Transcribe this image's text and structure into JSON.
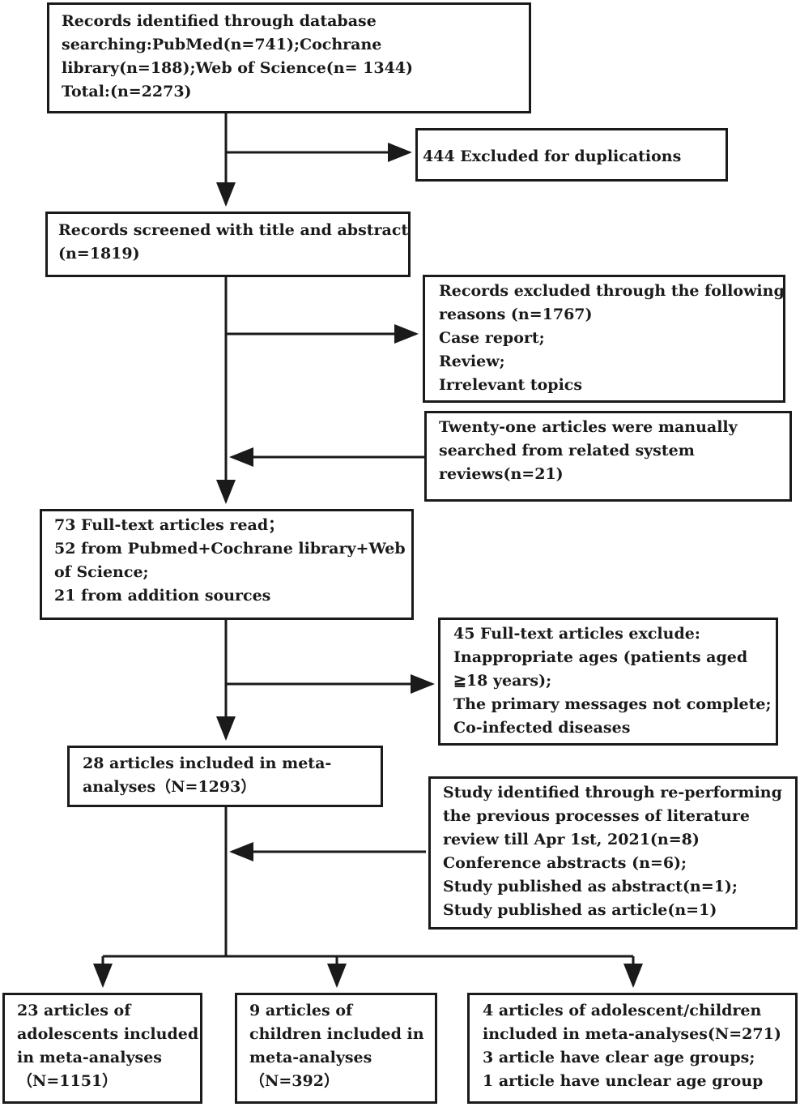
{
  "boxes": {
    "records_identified": {
      "lines": [
        "Records identified through database",
        "searching:PubMed(n=741);Cochrane",
        "library(n=188);Web of Science(n= 1344)",
        "Total:(n=2273)"
      ]
    },
    "excluded_duplications": {
      "lines": [
        "444 Excluded for duplications"
      ]
    },
    "records_screened": {
      "lines": [
        "Records screened with title and abstract",
        "(n=1819)"
      ]
    },
    "records_excluded": {
      "lines": [
        "Records excluded through the following",
        "reasons (n=1767)",
        "Case report;",
        "Review;",
        "Irrelevant topics"
      ]
    },
    "manual_search": {
      "lines": [
        "Twenty-one articles were manually",
        "searched from related system",
        "reviews(n=21)"
      ]
    },
    "full_text_read": {
      "lines": [
        "73 Full-text articles read；",
        "52 from Pubmed+Cochrane library+Web",
        "of Science;",
        "21 from addition sources"
      ]
    },
    "full_text_excluded": {
      "lines": [
        "45 Full-text articles exclude:",
        "Inappropriate ages (patients aged",
        "≧18 years);",
        "The primary messages not complete;",
        "Co-infected diseases"
      ]
    },
    "included_meta": {
      "lines": [
        "28 articles included in meta-",
        "analyses（N=1293）"
      ]
    },
    "reperforming": {
      "lines": [
        "Study identified through re-performing",
        "the previous processes of literature",
        "review till Apr 1st, 2021(n=8)",
        "Conference abstracts (n=6);",
        "Study published as abstract(n=1);",
        "Study published as article(n=1)"
      ]
    },
    "adolescents": {
      "lines": [
        "23 articles of",
        "adolescents included",
        "in meta-analyses",
        "（N=1151）"
      ]
    },
    "children": {
      "lines": [
        "9 articles of",
        "children included in",
        "meta-analyses",
        "（N=392）"
      ]
    },
    "adolescent_children": {
      "lines": [
        "4 articles of adolescent/children",
        "included in meta-analyses(N=271)",
        "3 article have clear age groups;",
        "1 article have unclear age group"
      ]
    }
  },
  "colors": {
    "stroke": "#1a1a1a",
    "background": "#ffffff"
  }
}
